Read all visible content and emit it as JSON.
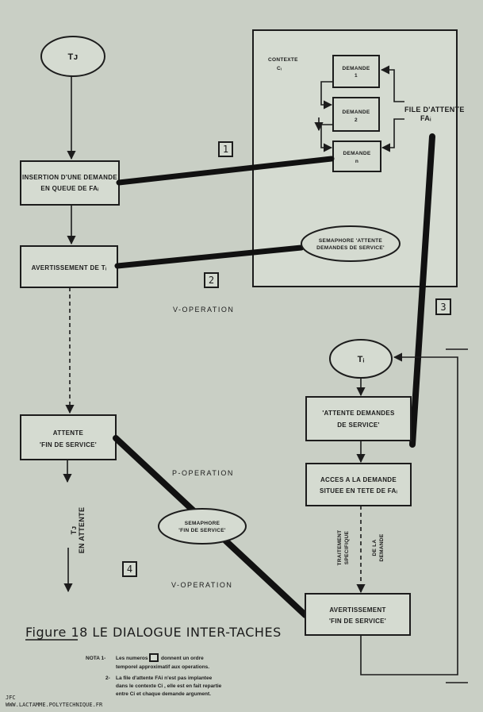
{
  "nodes": {
    "tj": "Tᴊ",
    "ti": "Tᵢ",
    "context": [
      "CONTEXTE",
      "Cᵢ"
    ],
    "demande1": [
      "DEMANDE",
      "1"
    ],
    "demande2": [
      "DEMANDE",
      "2"
    ],
    "demanden": [
      "DEMANDE",
      "n"
    ],
    "file_attente": [
      "FILE D'ATTENTE",
      "FAᵢ"
    ],
    "insertion": [
      "INSERTION D'UNE DEMANDE",
      "EN QUEUE DE FAᵢ"
    ],
    "avertissement_ti": "AVERTISSEMENT DE Tᵢ",
    "semaphore_attente": [
      "SEMAPHORE 'ATTENTE",
      "DEMANDES DE SERVICE'"
    ],
    "attente_fin": [
      "ATTENTE",
      "'FIN DE SERVICE'"
    ],
    "tj_en_attente": [
      "Tᴊ",
      "EN ATTENTE"
    ],
    "attente_demandes": [
      "'ATTENTE DEMANDES",
      "DE SERVICE'"
    ],
    "acces_demande": [
      "ACCES A LA DEMANDE",
      "SITUEE EN TETE DE FAᵢ"
    ],
    "traitement": [
      "TRAITEMENT",
      "SPECIFIQUE",
      "DE LA",
      "DEMANDE"
    ],
    "semaphore_fin": [
      "SEMAPHORE",
      "'FIN DE SERVICE'"
    ],
    "avertissement_fin": [
      "AVERTISSEMENT",
      "'FIN DE SERVICE'"
    ]
  },
  "steps": [
    "1",
    "2",
    "3",
    "4"
  ],
  "operations": {
    "v_op_1": "V-OPERATION",
    "p_op": "P-OPERATION",
    "v_op_2": "V-OPERATION"
  },
  "figure_title": "Figure 18  LE DIALOGUE INTER-TACHES",
  "nota": {
    "label": "NOTA 1-",
    "line1a": "Les numeros",
    "line1b": "donnent un ordre",
    "line1c": "temporel approximatif aux operations.",
    "line2label": "2-",
    "line2a": "La file d'attente FAi n'est pas implantee",
    "line2b": "dans le contexte Ci , elle est en fait repartie",
    "line2c": "entre Ci et chaque demande argument."
  },
  "credit": [
    "JFC",
    "WWW.LACTAMME.POLYTECHNIQUE.FR"
  ],
  "colors": {
    "background": "#c9cfc5",
    "ink": "#1c1c1c"
  }
}
